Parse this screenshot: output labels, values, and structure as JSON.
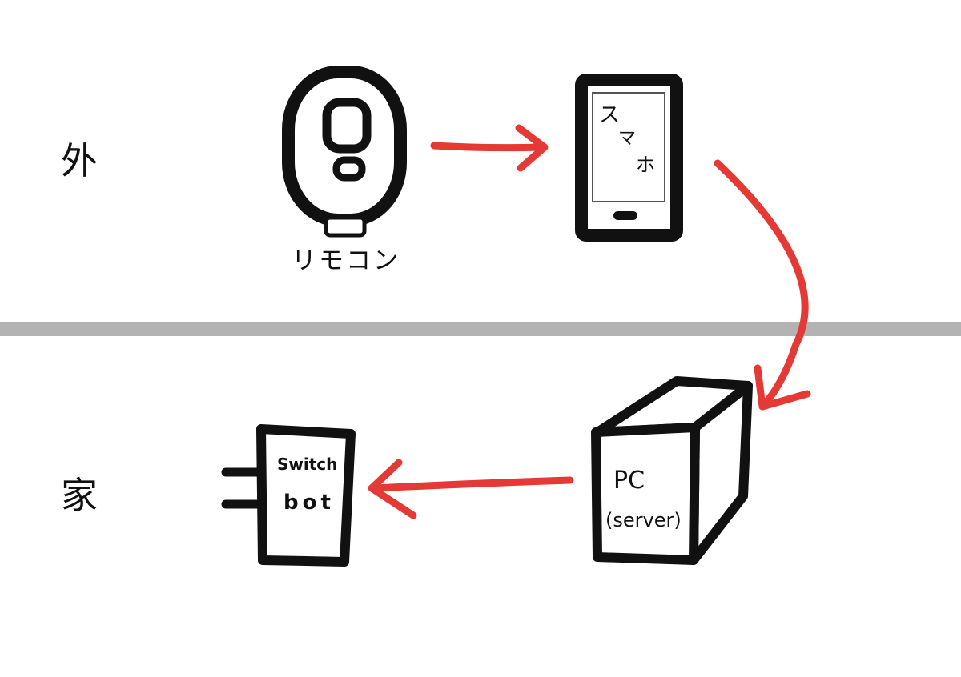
{
  "zones": {
    "outside": "外",
    "home": "家"
  },
  "nodes": {
    "remote": {
      "label": "リモコン"
    },
    "smartphone": {
      "label_chars": [
        "ス",
        "マ",
        "ホ"
      ]
    },
    "pc": {
      "line1": "PC",
      "line2": "(server)"
    },
    "switchbot": {
      "line1": "Switch",
      "line2": "bot"
    }
  },
  "colors": {
    "background": "#ffffff",
    "ink": "#111111",
    "arrow": "#e53935",
    "divider": "#b3b3b3"
  }
}
